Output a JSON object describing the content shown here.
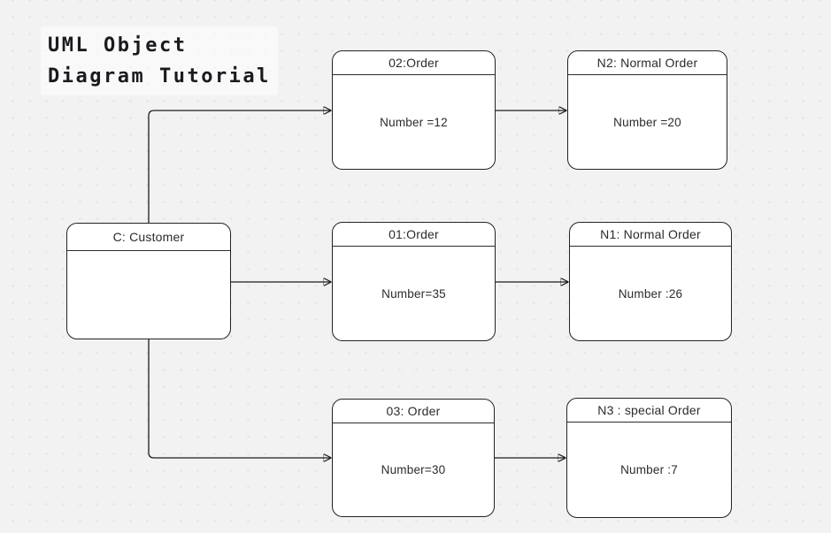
{
  "canvas_title": {
    "line1": "UML Object",
    "line2": "Diagram Tutorial"
  },
  "nodes": {
    "customer": {
      "title": "C: Customer",
      "body": ""
    },
    "o2": {
      "title": "02:Order",
      "body": "Number =12"
    },
    "n2": {
      "title": "N2: Normal Order",
      "body": "Number =20"
    },
    "o1": {
      "title": "01:Order",
      "body": "Number=35"
    },
    "n1": {
      "title": "N1: Normal Order",
      "body": "Number :26"
    },
    "o3": {
      "title": "03: Order",
      "body": "Number=30"
    },
    "n3": {
      "title": "N3 : special Order",
      "body": "Number :7"
    }
  },
  "connectors": [
    {
      "from": "customer",
      "to": "o2",
      "style": "orthogonal-arrow"
    },
    {
      "from": "customer",
      "to": "o1",
      "style": "straight-arrow"
    },
    {
      "from": "customer",
      "to": "o3",
      "style": "orthogonal-arrow"
    },
    {
      "from": "o2",
      "to": "n2",
      "style": "straight-arrow"
    },
    {
      "from": "o1",
      "to": "n1",
      "style": "straight-arrow"
    },
    {
      "from": "o3",
      "to": "n3",
      "style": "straight-arrow"
    }
  ],
  "colors": {
    "canvas_background": "#f2f2f3",
    "grid_dot": "#e3e3e6",
    "node_fill": "#ffffff",
    "node_border": "#232326",
    "connector": "#1c1c1e",
    "title_text": "#1b1b1f",
    "node_text": "#2b2b2e"
  }
}
